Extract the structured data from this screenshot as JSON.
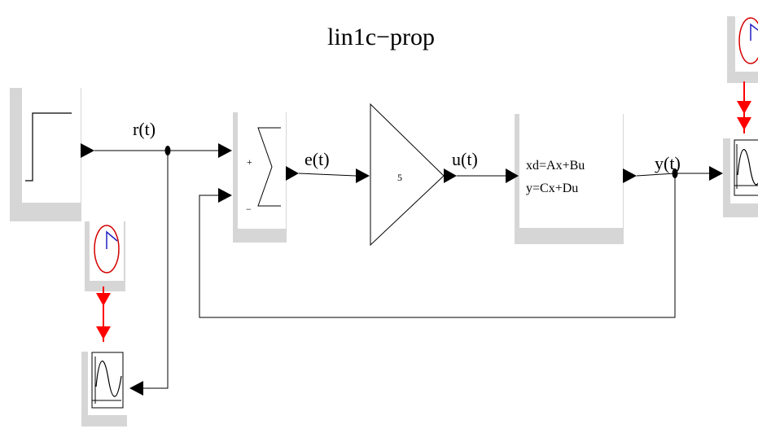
{
  "diagram": {
    "title": "lin1c−prop",
    "signals": {
      "reference": "r(t)",
      "error": "e(t)",
      "control": "u(t)",
      "output": "y(t)"
    },
    "summation": {
      "plus_sign": "+",
      "minus_sign": "−"
    },
    "gain": {
      "value": "5"
    },
    "state_space": {
      "line1": "xd=Ax+Bu",
      "line2": "y=Cx+Du"
    },
    "colors": {
      "shadow": "#d6d6d6",
      "block_face": "#ffffff",
      "event_link": "#ff0000",
      "clock_face": "#d40000",
      "clock_hand": "#2020c0",
      "line": "#000000"
    }
  }
}
